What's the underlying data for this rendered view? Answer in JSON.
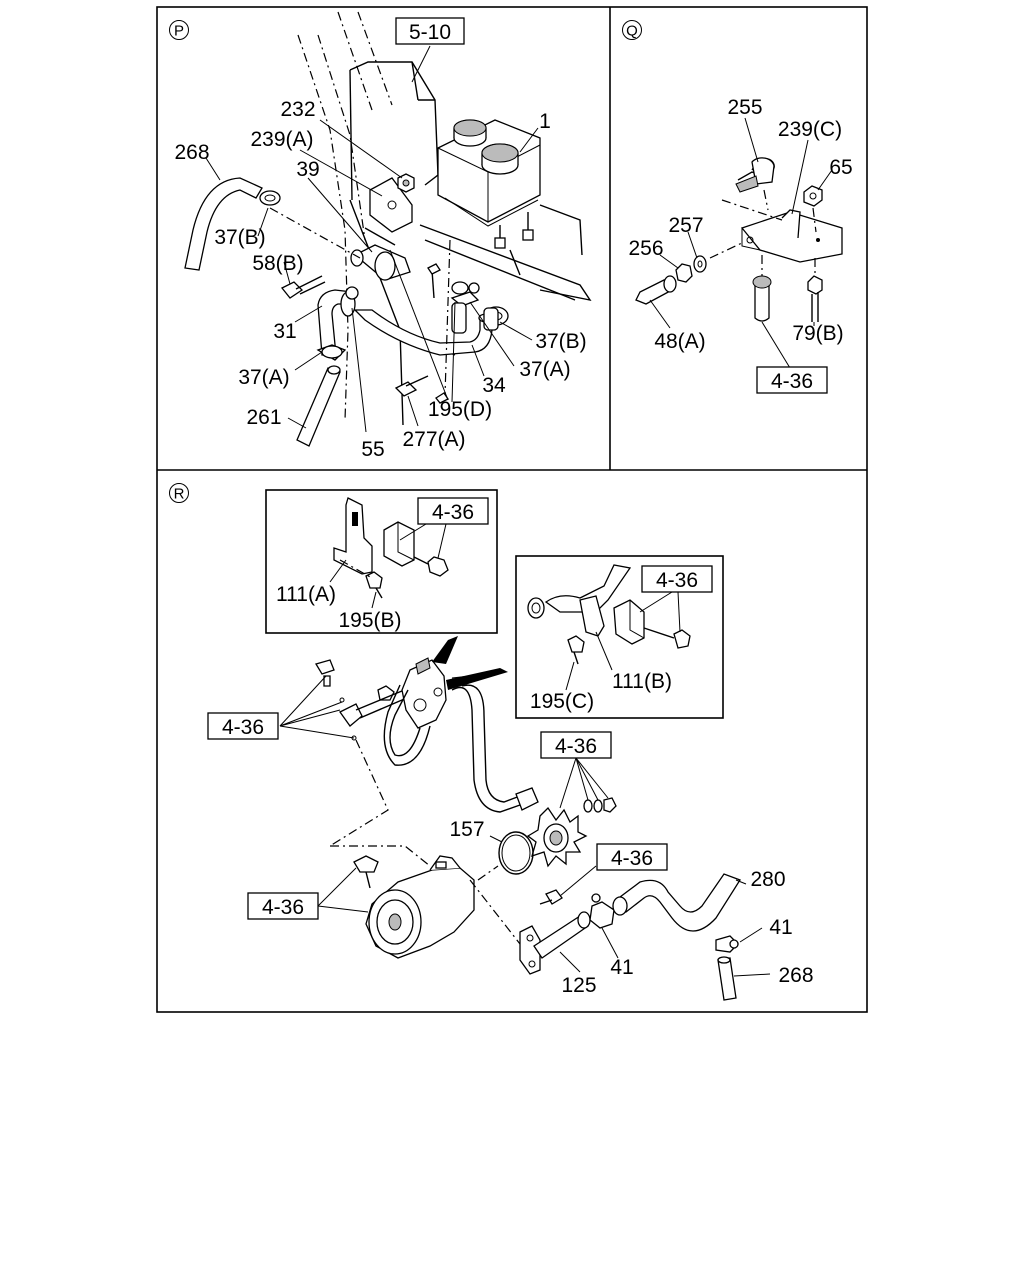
{
  "panels": [
    {
      "id": "P",
      "letter": "P"
    },
    {
      "id": "Q",
      "letter": "Q"
    },
    {
      "id": "R",
      "letter": "R"
    }
  ],
  "labels": {
    "p_ref_510": "5-10",
    "p_1": "1",
    "p_232": "232",
    "p_239a": "239(A)",
    "p_268": "268",
    "p_39": "39",
    "p_37b_left": "37(B)",
    "p_58b": "58(B)",
    "p_31": "31",
    "p_37a_left": "37(A)",
    "p_261": "261",
    "p_55": "55",
    "p_277a": "277(A)",
    "p_195d": "195(D)",
    "p_34": "34",
    "p_37a_right": "37(A)",
    "p_37b_right": "37(B)",
    "q_255": "255",
    "q_239c": "239(C)",
    "q_65": "65",
    "q_257": "257",
    "q_256": "256",
    "q_48a": "48(A)",
    "q_79b": "79(B)",
    "q_ref_436": "4-36",
    "r_inset1_ref": "4-36",
    "r_111a": "111(A)",
    "r_195b": "195(B)",
    "r_inset2_ref": "4-36",
    "r_195c": "195(C)",
    "r_111b": "111(B)",
    "r_ref_left": "4-36",
    "r_ref_gear": "4-36",
    "r_157": "157",
    "r_ref_bolt": "4-36",
    "r_280": "280",
    "r_ref_pump": "4-36",
    "r_41_right": "41",
    "r_41_bottom": "41",
    "r_268": "268",
    "r_125": "125"
  }
}
